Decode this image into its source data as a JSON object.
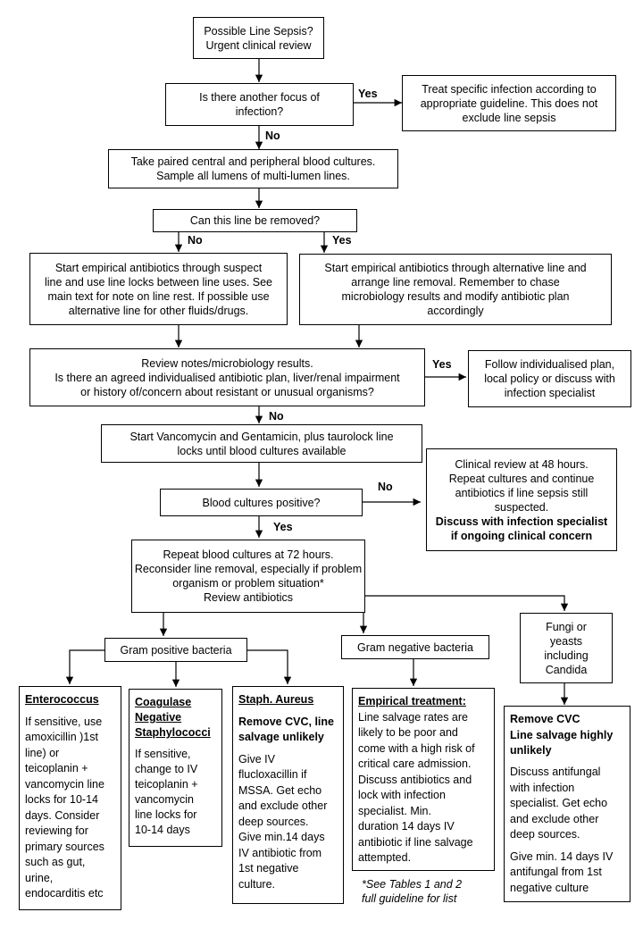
{
  "boxes": {
    "start": [
      "Possible Line Sepsis?",
      "Urgent clinical review"
    ],
    "focus_q": [
      "Is there another focus of",
      "infection?"
    ],
    "treat_specific": [
      "Treat specific infection according to",
      "appropriate guideline. This does not",
      "exclude line sepsis"
    ],
    "paired_cultures": [
      "Take paired central and peripheral blood cultures.",
      "Sample all lumens of multi-lumen lines."
    ],
    "removed_q": [
      "Can this line be removed?"
    ],
    "suspect_line": [
      "Start empirical antibiotics through suspect",
      "line and use line locks between line uses. See",
      "main text for note on line rest.  If possible use",
      "alternative line for other fluids/drugs."
    ],
    "alt_line": [
      "Start empirical antibiotics through alternative line and",
      "arrange line removal. Remember to chase",
      "microbiology results and modify antibiotic plan",
      "accordingly"
    ],
    "review_notes": [
      "Review notes/microbiology results.",
      "Is there an agreed individualised antibiotic plan, liver/renal impairment",
      "or history of/concern about resistant or unusual organisms?"
    ],
    "individual_plan": [
      "Follow individualised plan,",
      "local policy or discuss with",
      "infection specialist"
    ],
    "vanc_gent": [
      "Start Vancomycin and Gentamicin, plus taurolock line",
      "locks until blood cultures available"
    ],
    "cultures_q": [
      "Blood cultures positive?"
    ],
    "review_48": {
      "normal": [
        "Clinical review at 48 hours.",
        "Repeat cultures and continue",
        "antibiotics if line sepsis still",
        "suspected."
      ],
      "bold": [
        "Discuss with infection specialist",
        "if ongoing clinical concern"
      ]
    },
    "repeat_72": [
      "Repeat blood cultures at 72 hours.",
      "Reconsider line removal, especially if problem",
      "organism or problem situation*",
      "Review antibiotics"
    ],
    "gram_pos": [
      "Gram positive bacteria"
    ],
    "gram_neg": [
      "Gram negative bacteria"
    ],
    "fungi": [
      "Fungi or",
      "yeasts",
      "including",
      "Candida"
    ],
    "enterococcus": {
      "title": "Enterococcus",
      "body": [
        "If sensitive, use",
        "amoxicillin )1st",
        "line)  or",
        "teicoplanin +",
        "vancomycin line",
        "locks for 10-14",
        "days. Consider",
        "reviewing for",
        "primary sources",
        "such as gut,",
        "urine,",
        "endocarditis etc"
      ]
    },
    "coag_neg": {
      "title": [
        "Coagulase",
        "Negative",
        "Staphylococci"
      ],
      "body": [
        "If sensitive,",
        "change to IV",
        "teicoplanin +",
        "vancomycin",
        "line locks for",
        "10-14  days"
      ]
    },
    "staph": {
      "title": "Staph. Aureus",
      "bold": [
        "Remove CVC, line",
        "salvage unlikely"
      ],
      "body": [
        "Give IV",
        "flucloxacillin if",
        "MSSA. Get echo",
        "and exclude other",
        "deep sources.",
        "Give min.14 days",
        "IV antibiotic from",
        "1st negative",
        "culture."
      ]
    },
    "empirical": {
      "title": "Empirical treatment:",
      "body": [
        "Line salvage rates are",
        "likely to be poor and",
        "come with a high risk of",
        "critical care admission.",
        "Discuss antibiotics and",
        "lock with infection",
        "specialist. Min.",
        "duration 14 days IV",
        "antibiotic if line salvage",
        "attempted."
      ]
    },
    "remove_cvc": {
      "bold": [
        "Remove CVC",
        "Line salvage highly",
        "unlikely"
      ],
      "body1": [
        "Discuss antifungal",
        "with infection",
        "specialist. Get echo",
        "and exclude other",
        "deep sources."
      ],
      "body2": [
        "Give min. 14 days IV",
        "antifungal from 1st",
        "negative culture"
      ]
    }
  },
  "labels": {
    "yes": "Yes",
    "no": "No"
  },
  "footnote": [
    "*See Tables 1 and 2",
    "full guideline for list"
  ]
}
